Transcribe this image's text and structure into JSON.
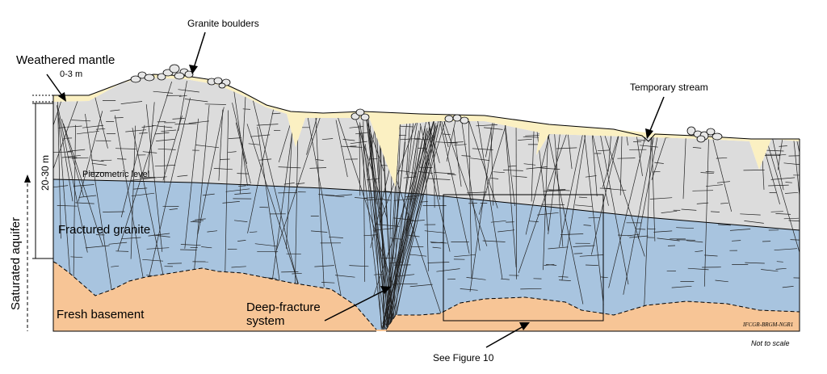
{
  "labels": {
    "granite_boulders": "Granite boulders",
    "weathered_mantle": "Weathered mantle",
    "weathered_thickness": "0-3 m",
    "temporary_stream": "Temporary stream",
    "fractured_zone_thickness": "20-30 m",
    "piezometric_level": "Piezometric level",
    "saturated_aquifer": "Saturated aquifer",
    "fractured_granite": "Fractured granite",
    "fresh_basement": "Fresh basement",
    "deep_fracture_line1": "Deep-fracture",
    "deep_fracture_line2": "system",
    "see_figure": "See Figure 10",
    "credit": "IFCGR-BRGM-NGR1",
    "not_to_scale": "Not to scale"
  },
  "colors": {
    "fractured_unsaturated": "#dcdcdc",
    "saturated_aquifer": "#a8c4df",
    "fresh_basement": "#f7c596",
    "weathered_mantle": "#fbf0c2",
    "outline": "#000000"
  }
}
